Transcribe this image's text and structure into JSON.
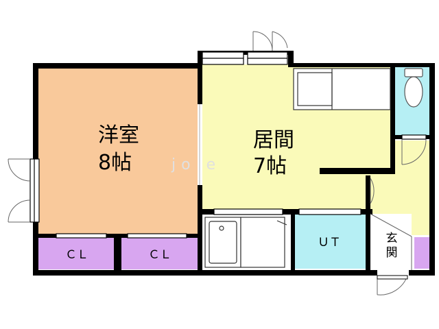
{
  "rooms": {
    "western_room": {
      "name": "洋室",
      "size": "8帖"
    },
    "living_room": {
      "name": "居間",
      "size": "7帖"
    },
    "closet_left": {
      "name": "ＣＬ"
    },
    "closet_right": {
      "name": "ＣＬ"
    },
    "unit_bath": {
      "name": "ＵＴ"
    },
    "entrance": {
      "name_line1": "玄",
      "name_line2": "関"
    }
  },
  "watermark": "jo    e",
  "colors": {
    "western_room": "#f9c99b",
    "living_room": "#fafab9",
    "closet": "#d8a6f0",
    "wet_area": "#b6eff4",
    "wall": "#000000"
  }
}
